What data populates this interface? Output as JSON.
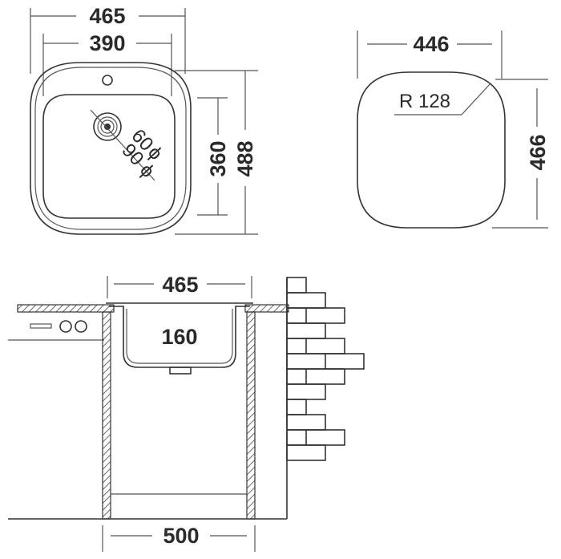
{
  "top_view": {
    "outer_width": "465",
    "inner_width": "390",
    "inner_height": "360",
    "outer_height": "488",
    "drain_small": "60",
    "drain_large": "90",
    "diameter_symbol": "ϕ"
  },
  "bowl_view": {
    "width": "446",
    "height": "466",
    "radius": "R 128"
  },
  "section_view": {
    "sink_width": "465",
    "depth": "160",
    "cabinet_width": "500"
  },
  "colors": {
    "line": "#333333",
    "text": "#2a2a2a",
    "background": "#ffffff"
  }
}
